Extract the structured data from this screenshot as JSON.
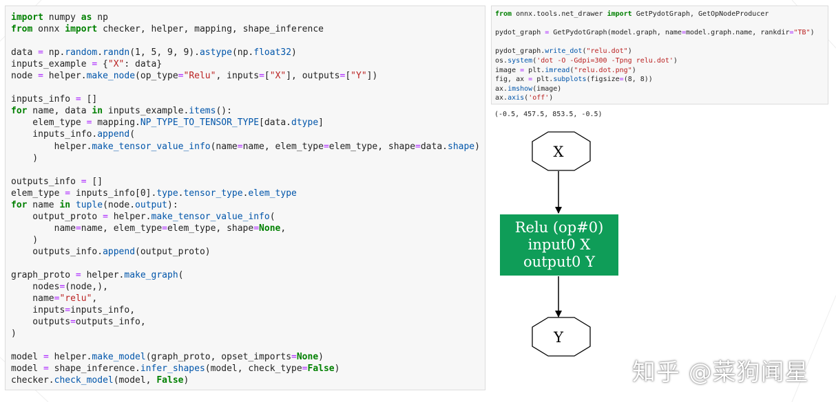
{
  "left_code": [
    [
      [
        "kw",
        "import"
      ],
      [
        "t",
        " numpy "
      ],
      [
        "kw",
        "as"
      ],
      [
        "t",
        " np"
      ]
    ],
    [
      [
        "kw",
        "from"
      ],
      [
        "t",
        " onnx "
      ],
      [
        "kw",
        "import"
      ],
      [
        "t",
        " checker, helper, mapping, shape_inference"
      ]
    ],
    [],
    [
      [
        "t",
        "data "
      ],
      [
        "op",
        "="
      ],
      [
        "t",
        " np."
      ],
      [
        "attr",
        "random"
      ],
      [
        "t",
        "."
      ],
      [
        "attr",
        "randn"
      ],
      [
        "t",
        "(1, 5, 9, 9)."
      ],
      [
        "attr",
        "astype"
      ],
      [
        "t",
        "(np."
      ],
      [
        "attr",
        "float32"
      ],
      [
        "t",
        ")"
      ]
    ],
    [
      [
        "t",
        "inputs_example "
      ],
      [
        "op",
        "="
      ],
      [
        "t",
        " {"
      ],
      [
        "str",
        "\"X\""
      ],
      [
        "t",
        ": data}"
      ]
    ],
    [
      [
        "t",
        "node "
      ],
      [
        "op",
        "="
      ],
      [
        "t",
        " helper."
      ],
      [
        "attr",
        "make_node"
      ],
      [
        "t",
        "(op_type"
      ],
      [
        "op",
        "="
      ],
      [
        "str",
        "\"Relu\""
      ],
      [
        "t",
        ", inputs"
      ],
      [
        "op",
        "="
      ],
      [
        "t",
        "["
      ],
      [
        "str",
        "\"X\""
      ],
      [
        "t",
        "], outputs"
      ],
      [
        "op",
        "="
      ],
      [
        "t",
        "["
      ],
      [
        "str",
        "\"Y\""
      ],
      [
        "t",
        "])"
      ]
    ],
    [],
    [
      [
        "t",
        "inputs_info "
      ],
      [
        "op",
        "="
      ],
      [
        "t",
        " []"
      ]
    ],
    [
      [
        "kw",
        "for"
      ],
      [
        "t",
        " name, data "
      ],
      [
        "kw",
        "in"
      ],
      [
        "t",
        " inputs_example."
      ],
      [
        "attr",
        "items"
      ],
      [
        "t",
        "():"
      ]
    ],
    [
      [
        "t",
        "    elem_type "
      ],
      [
        "op",
        "="
      ],
      [
        "t",
        " mapping."
      ],
      [
        "attr",
        "NP_TYPE_TO_TENSOR_TYPE"
      ],
      [
        "t",
        "[data."
      ],
      [
        "attr",
        "dtype"
      ],
      [
        "t",
        "]"
      ]
    ],
    [
      [
        "t",
        "    inputs_info."
      ],
      [
        "attr",
        "append"
      ],
      [
        "t",
        "("
      ]
    ],
    [
      [
        "t",
        "        helper."
      ],
      [
        "attr",
        "make_tensor_value_info"
      ],
      [
        "t",
        "(name"
      ],
      [
        "op",
        "="
      ],
      [
        "t",
        "name, elem_type"
      ],
      [
        "op",
        "="
      ],
      [
        "t",
        "elem_type, shape"
      ],
      [
        "op",
        "="
      ],
      [
        "t",
        "data."
      ],
      [
        "attr",
        "shape"
      ],
      [
        "t",
        ")"
      ]
    ],
    [
      [
        "t",
        "    )"
      ]
    ],
    [],
    [
      [
        "t",
        "outputs_info "
      ],
      [
        "op",
        "="
      ],
      [
        "t",
        " []"
      ]
    ],
    [
      [
        "t",
        "elem_type "
      ],
      [
        "op",
        "="
      ],
      [
        "t",
        " inputs_info[0]."
      ],
      [
        "attr",
        "type"
      ],
      [
        "t",
        "."
      ],
      [
        "attr",
        "tensor_type"
      ],
      [
        "t",
        "."
      ],
      [
        "attr",
        "elem_type"
      ]
    ],
    [
      [
        "kw",
        "for"
      ],
      [
        "t",
        " name "
      ],
      [
        "kw",
        "in"
      ],
      [
        "t",
        " "
      ],
      [
        "attr",
        "tuple"
      ],
      [
        "t",
        "(node."
      ],
      [
        "attr",
        "output"
      ],
      [
        "t",
        "):"
      ]
    ],
    [
      [
        "t",
        "    output_proto "
      ],
      [
        "op",
        "="
      ],
      [
        "t",
        " helper."
      ],
      [
        "attr",
        "make_tensor_value_info"
      ],
      [
        "t",
        "("
      ]
    ],
    [
      [
        "t",
        "        name"
      ],
      [
        "op",
        "="
      ],
      [
        "t",
        "name, elem_type"
      ],
      [
        "op",
        "="
      ],
      [
        "t",
        "elem_type, shape"
      ],
      [
        "op",
        "="
      ],
      [
        "kw",
        "None"
      ],
      [
        "t",
        ","
      ]
    ],
    [
      [
        "t",
        "    )"
      ]
    ],
    [
      [
        "t",
        "    outputs_info."
      ],
      [
        "attr",
        "append"
      ],
      [
        "t",
        "(output_proto)"
      ]
    ],
    [],
    [
      [
        "t",
        "graph_proto "
      ],
      [
        "op",
        "="
      ],
      [
        "t",
        " helper."
      ],
      [
        "attr",
        "make_graph"
      ],
      [
        "t",
        "("
      ]
    ],
    [
      [
        "t",
        "    nodes"
      ],
      [
        "op",
        "="
      ],
      [
        "t",
        "(node,),"
      ]
    ],
    [
      [
        "t",
        "    name"
      ],
      [
        "op",
        "="
      ],
      [
        "str",
        "\"relu\""
      ],
      [
        "t",
        ","
      ]
    ],
    [
      [
        "t",
        "    inputs"
      ],
      [
        "op",
        "="
      ],
      [
        "t",
        "inputs_info,"
      ]
    ],
    [
      [
        "t",
        "    outputs"
      ],
      [
        "op",
        "="
      ],
      [
        "t",
        "outputs_info,"
      ]
    ],
    [
      [
        "t",
        ")"
      ]
    ],
    [],
    [
      [
        "t",
        "model "
      ],
      [
        "op",
        "="
      ],
      [
        "t",
        " helper."
      ],
      [
        "attr",
        "make_model"
      ],
      [
        "t",
        "(graph_proto, opset_imports"
      ],
      [
        "op",
        "="
      ],
      [
        "kw",
        "None"
      ],
      [
        "t",
        ")"
      ]
    ],
    [
      [
        "t",
        "model "
      ],
      [
        "op",
        "="
      ],
      [
        "t",
        " shape_inference."
      ],
      [
        "attr",
        "infer_shapes"
      ],
      [
        "t",
        "(model, check_type"
      ],
      [
        "op",
        "="
      ],
      [
        "kw",
        "False"
      ],
      [
        "t",
        ")"
      ]
    ],
    [
      [
        "t",
        "checker."
      ],
      [
        "attr",
        "check_model"
      ],
      [
        "t",
        "(model, "
      ],
      [
        "kw",
        "False"
      ],
      [
        "t",
        ")"
      ]
    ]
  ],
  "right_code": [
    [
      [
        "kw",
        "from"
      ],
      [
        "t",
        " onnx.tools.net_drawer "
      ],
      [
        "kw",
        "import"
      ],
      [
        "t",
        " GetPydotGraph, GetOpNodeProducer"
      ]
    ],
    [],
    [
      [
        "t",
        "pydot_graph "
      ],
      [
        "op",
        "="
      ],
      [
        "t",
        " GetPydotGraph(model.graph, name"
      ],
      [
        "op",
        "="
      ],
      [
        "t",
        "model.graph.name, rankdir"
      ],
      [
        "op",
        "="
      ],
      [
        "str",
        "\"TB\""
      ],
      [
        "t",
        ")"
      ]
    ],
    [],
    [
      [
        "t",
        "pydot_graph."
      ],
      [
        "attr",
        "write_dot"
      ],
      [
        "t",
        "("
      ],
      [
        "str",
        "\"relu.dot\""
      ],
      [
        "t",
        ")"
      ]
    ],
    [
      [
        "t",
        "os."
      ],
      [
        "attr",
        "system"
      ],
      [
        "t",
        "("
      ],
      [
        "str",
        "'dot -O -Gdpi=300 -Tpng relu.dot'"
      ],
      [
        "t",
        ")"
      ]
    ],
    [
      [
        "t",
        "image "
      ],
      [
        "op",
        "="
      ],
      [
        "t",
        " plt."
      ],
      [
        "attr",
        "imread"
      ],
      [
        "t",
        "("
      ],
      [
        "str",
        "\"relu.dot.png\""
      ],
      [
        "t",
        ")"
      ]
    ],
    [
      [
        "t",
        "fig, ax "
      ],
      [
        "op",
        "="
      ],
      [
        "t",
        " plt."
      ],
      [
        "attr",
        "subplots"
      ],
      [
        "t",
        "(figsize"
      ],
      [
        "op",
        "="
      ],
      [
        "t",
        "(8, 8))"
      ]
    ],
    [
      [
        "t",
        "ax."
      ],
      [
        "attr",
        "imshow"
      ],
      [
        "t",
        "(image)"
      ]
    ],
    [
      [
        "t",
        "ax."
      ],
      [
        "attr",
        "axis"
      ],
      [
        "t",
        "("
      ],
      [
        "str",
        "'off'"
      ],
      [
        "t",
        ")"
      ]
    ]
  ],
  "output_text": "(-0.5, 457.5, 853.5, -0.5)",
  "graph": {
    "input_node": "X",
    "op_node_lines": [
      "Relu (op#0)",
      "input0 X",
      "output0 Y"
    ],
    "output_node": "Y",
    "op_color": "#0f9d58"
  },
  "watermark": "知乎 @菜狗闻星"
}
